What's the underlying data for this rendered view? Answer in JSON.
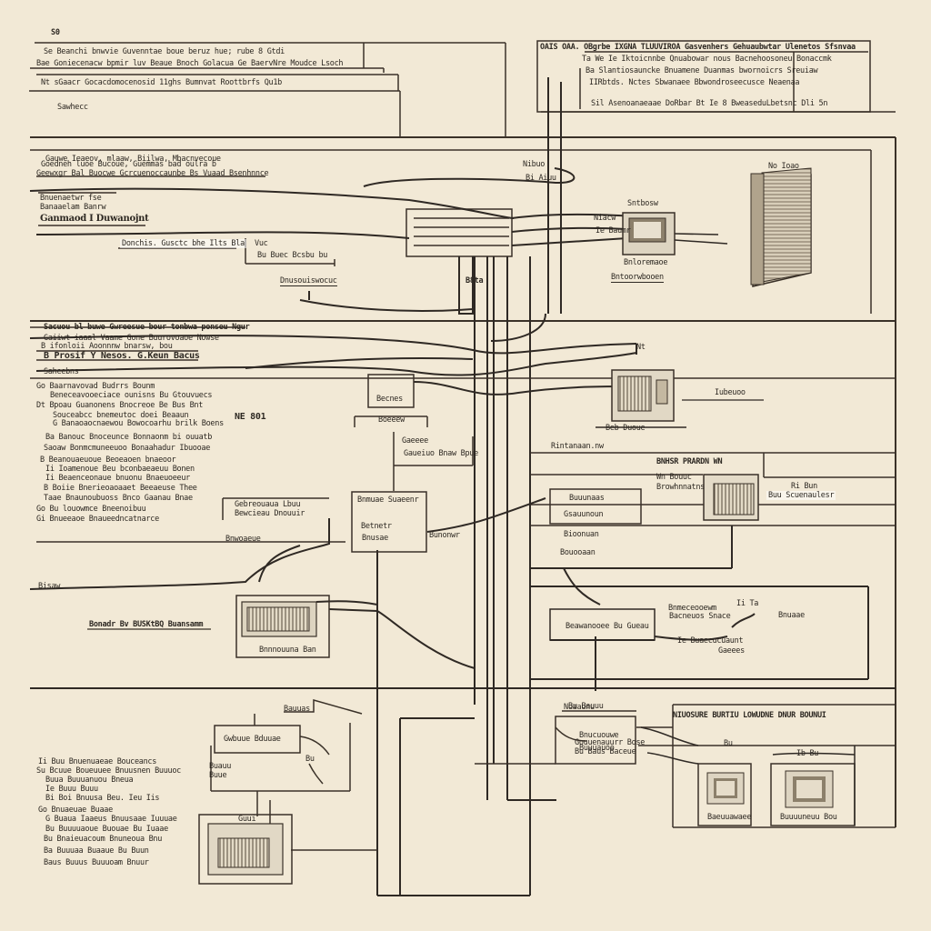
{
  "palette": {
    "paper": "#f2e9d6",
    "ink": "#2a2520",
    "device_body": "#d9cfbd",
    "device_shade": "#b8ab94",
    "screen": "#9c8f7a"
  },
  "header_left": {
    "tag": "S0",
    "lines": [
      "Se Beanchi bnwvie Guvenntae boue beruz hue; rube 8 Gtdi",
      "Bae Goniecenacw bpmir luv Beaue Bnoch Golacua Ge BaervNre Moudce Lsoch",
      "Nt sGaacr Gocacdomocenosid 11ghs Bumnvat Roottbrfs Qu1b",
      "Sawhecc"
    ]
  },
  "header_right": {
    "lines": [
      "OAIS OAA. OBgrbe IXGNA TLUUVIROA Gasvenhers Gehuaubwtar Ulenetos Sfsnvaa",
      "Ta We Ie Iktoicnnbe Qnuabowar nous Bacnehoosoneu Bonaccmk",
      "Ba Slantiosauncke Bnuamene Duanmas bwornoicrs Sreuiaw",
      "IIRbtds. Nctes Sbwanaee Bbwondroseecusce Neaenaa",
      "Sil Asenoanaeaae DoRbar Bt Ie 8 BweaseduLbetsnc Dli 5n"
    ]
  },
  "block1": {
    "lines": [
      "Gauwe Ieaeov, mlaaw, Biilwa, Mbacnvecoue",
      "Goedneh luoe Bucoue, Guemmas bad oulra b",
      "Geewxgr Bal Buocwe Gcrcuenoccaunbe Bs Vuaad Bsenhnnce"
    ],
    "label_small": "Bnuenaetwr fse",
    "label_small2": "Banaaelam Banrw",
    "title": "Ganmaod I Duwanojnt",
    "callout": "Donchis. Gusctc bhe Ilts Bla",
    "mid_label": "Vuc",
    "mid_label2": "Bu Buec Bcsbu bu",
    "bottom_label": "Dnusouiswocuc"
  },
  "center_top": {
    "top_label": "Nibuo",
    "top_label2": "Bi Aiuu",
    "side_label": "B8ta",
    "mid_label": "Sntbosw",
    "mid_label2": "Niacw",
    "mid_label3": "Ie Baumr",
    "caption": "Bnloremaoe",
    "right_label": "No Ioao",
    "screen_caption": "Bntoorwbooen"
  },
  "block2": {
    "header": "Sacuou bl buwe Gwreesue bour tonbwa ponseu Ngur",
    "lines": [
      "Gaiiwt iaaal Vaame Gone Buurovoaoe Nowse",
      "B ifonloii Aoonnnw bnarsw, bou",
      "B Prosif  Y Nesos. G.Keun Bacus"
    ],
    "right_label": "Nt"
  },
  "left_list": {
    "title": "Saheebns",
    "lines": [
      "Go  Baarnavovad Budrrs Bounm",
      "Beneceavooeciace ounisns Bu Gtouvuecs",
      "Dt Bpoau Guanonens  Bnocreoe  Be Bus Bnt",
      "Souceabcc bnemeutoc doei Beaaun",
      "G Banaoaocnaewou Bowocoarhu brilk Boens",
      "Ba Banouc Bnoceunce Bonnaonm bi ouuatb",
      "Saoaw  Bonmcmuneeuoo Bonaahadur Ibuooae",
      "B  Beanouaeuoue  Beoeaoen bnaeoor",
      "Ii Ioamenoue Beu bconbaeaeuu Bonen",
      "Ii Beaenceonaue bnuonu  Bnaeuoeeur",
      "B  Boiie Bnerieoaoaaet Beeaeuse  Thee",
      "Taae Bnaunoubuoss Bnco Gaanau Bnae",
      "Go Bu louowmce Bneenoibuu",
      "Gi Bnueeaoe Bnaueedncatnarce"
    ],
    "big_label": "NE 801",
    "box_label": "Becnes",
    "box_label2": "Boeeew",
    "label_mid": "Gaeeee",
    "label_mid2": "Gaueiuo Bnaw Bpue"
  },
  "left_mid": {
    "box_lines": [
      "Gebreouaua Lbuu",
      "Bewcieau Dnouuir"
    ],
    "label": "Bnwoaeue",
    "side_box_lines": [
      "Bnmuae Suaeenr",
      "Betnetr"
    ],
    "side_label": "Bnusae",
    "far_label": "Bunonwr"
  },
  "left_device": {
    "top_label": "Bisaw",
    "callout": "Bonadr Bv BUSKtBQ Buansamm",
    "caption": "Bnnnouuna Ban"
  },
  "right_block": {
    "title": "BNHSR PRARDN WN",
    "labels": [
      "Wn Bouuc",
      "Browhnnatns"
    ],
    "box_label": "Buuunaas",
    "box_label2": "Gsauunoun",
    "mid_label": "Bioonuan",
    "mid_label2": "Bouooaan",
    "side_label": "Ri Bun",
    "side_label2": "Buu Scuenaulesr",
    "device_label": "Iubeuoo",
    "device_label2": "Beb Duoue",
    "callout": "Rintanaan.nw",
    "ac_label": "Beawanooee Bu Gueau",
    "mid_device": "Ii Ta",
    "mid_box": "Bnmeceooewm"
  },
  "right_lower": {
    "box_label": "Bacneuos Snace",
    "small": "Ie Buaecucuaunt",
    "small2": "Gaeees",
    "label": "Bnuaae",
    "side": "Nuaaunu",
    "box2": "Gouuenauurr Bose",
    "small3": "Bu  Baus Baceue"
  },
  "bottom_left": {
    "label": "Bauuas",
    "box": "Gwbuue Bduuae",
    "small": "Bu",
    "box2_top": "Guui",
    "lines": [
      "Ii Buu  Bnuenuaeae Bouceancs",
      "Su Bcuue Boueuuee Bnuusnen Buuuoc",
      "  Buua  Buuuanuou Bneua",
      "Ie  Buuu  Buuu",
      "Bi Boi  Bnuusa  Beu. Ieu Iis",
      "Go Bnuaeuae Buaae",
      "G  Buaua Iaaeus Bnuusaae Iuuuae",
      "Bu Buuuuaoue Buouae Bu  Iuaae",
      "Bu Bnaieuacoum Bnuneoua  Bnu",
      "Ba Buuuaa Buaaue Bu Buun",
      "Baus Buuus Buuuoam Bnuur"
    ],
    "sidebox": "Buauu",
    "sidebox2": "Buue"
  },
  "bottom_mid": {
    "top": "Bu Bauuu",
    "box": "Bnucuouwe",
    "box2": "Buuuauoo"
  },
  "bottom_right": {
    "title": "NIUOSURE  BURTIU  LOWUDNE  DNUR BOUNUI",
    "small": "Bu",
    "small2": "Ib Bu",
    "d1": "Baeuuawaee",
    "d2": "Buuuuneuu Bou"
  }
}
